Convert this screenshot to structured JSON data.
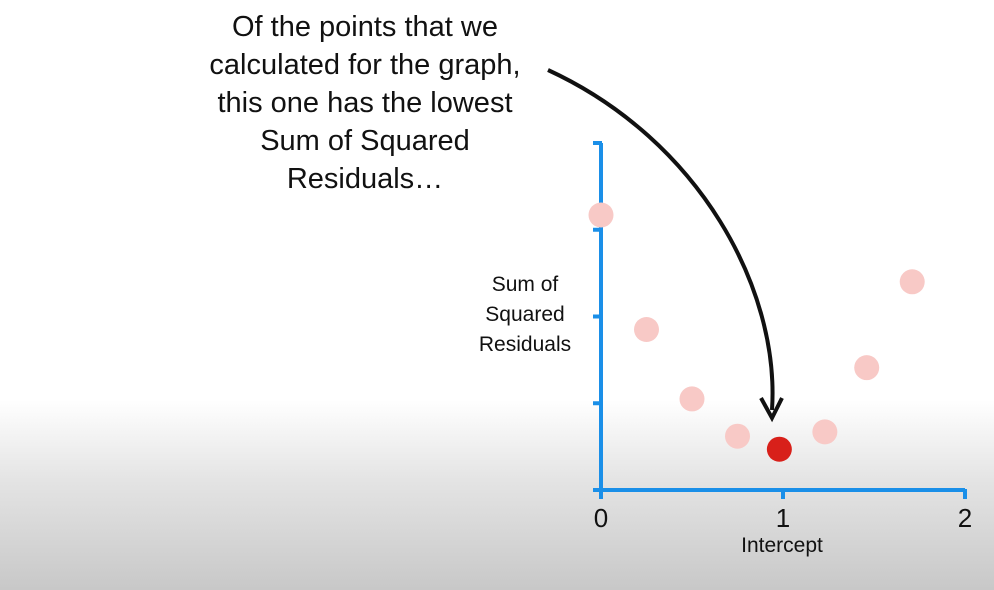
{
  "annotation": {
    "lines": [
      "Of the points that we",
      "calculated for the graph,",
      "this one has the lowest",
      "Sum of Squared",
      "Residuals…"
    ]
  },
  "chart_data": {
    "type": "scatter",
    "xlabel": "Intercept",
    "ylabel_lines": [
      "Sum of",
      "Squared",
      "Residuals"
    ],
    "xlim": [
      0,
      2
    ],
    "x_ticks": [
      0,
      1,
      2
    ],
    "x_tick_labels": [
      "0",
      "1",
      "2"
    ],
    "ylim": [
      0,
      4
    ],
    "y_ticks": [
      0,
      1,
      2,
      3,
      4
    ],
    "points": [
      {
        "x": 0.0,
        "y": 3.17,
        "highlight": false
      },
      {
        "x": 0.25,
        "y": 1.85,
        "highlight": false
      },
      {
        "x": 0.5,
        "y": 1.05,
        "highlight": false
      },
      {
        "x": 0.75,
        "y": 0.62,
        "highlight": false
      },
      {
        "x": 0.98,
        "y": 0.47,
        "highlight": true
      },
      {
        "x": 1.23,
        "y": 0.67,
        "highlight": false
      },
      {
        "x": 1.46,
        "y": 1.41,
        "highlight": false
      },
      {
        "x": 1.71,
        "y": 2.4,
        "highlight": false
      }
    ],
    "colors": {
      "axis": "#1a8fe8",
      "point": "#f8c9c6",
      "highlight": "#d8201a",
      "arrow": "#111111"
    },
    "grid": false,
    "legend": "none"
  }
}
